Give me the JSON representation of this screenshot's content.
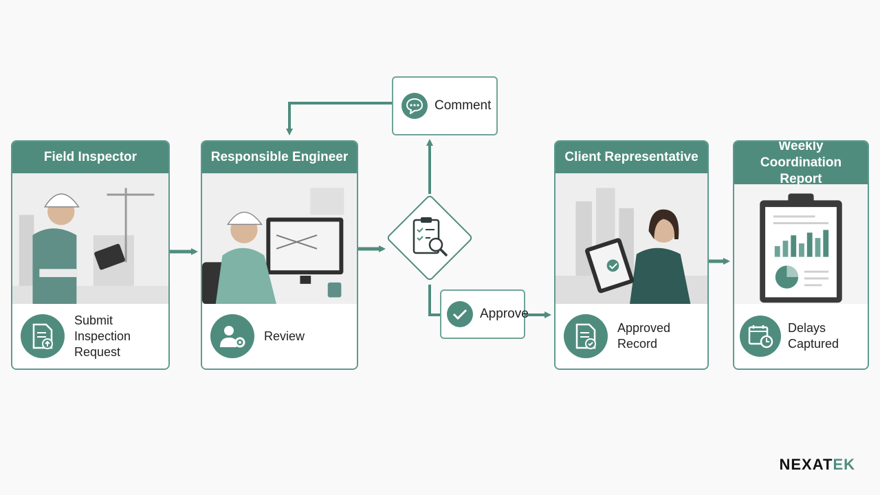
{
  "colors": {
    "accent": "#4f8c7e",
    "border": "#6ea497",
    "background": "#f9f9fa"
  },
  "cards": [
    {
      "title": "Field Inspector",
      "action": "Submit Inspection Request",
      "action_line1": "Submit",
      "action_line2": "Inspection Request",
      "icon": "document-upload-icon"
    },
    {
      "title": "Responsible Engineer",
      "action": "Review",
      "icon": "user-gear-icon"
    },
    {
      "title": "Client Representative",
      "action": "Approved Record",
      "icon": "document-check-icon"
    },
    {
      "title_line1": "Weekly Coordination",
      "title_line2": "Report",
      "action": "Delays Captured",
      "icon": "calendar-clock-icon"
    }
  ],
  "decision": {
    "icon": "clipboard-search-icon"
  },
  "comment": {
    "label": "Comment",
    "icon": "chat-bubble-icon"
  },
  "approve": {
    "label": "Approve",
    "icon": "check-circle-icon"
  },
  "logo": {
    "part1": "NEXAT",
    "part2": "EK"
  }
}
